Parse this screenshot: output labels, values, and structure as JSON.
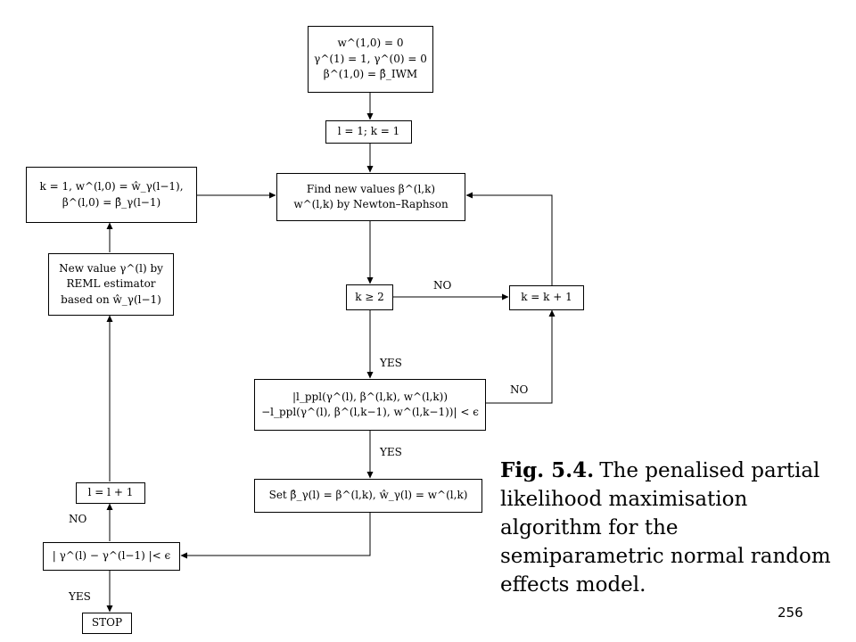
{
  "nodes": {
    "init": {
      "lines": [
        "w^(1,0) = 0",
        "γ^(1) = 1, γ^(0) = 0",
        "β^(1,0) = β̂_IWM"
      ]
    },
    "setlk": {
      "lines": [
        "l = 1; k = 1"
      ]
    },
    "newton": {
      "lines": [
        "Find new values β^(l,k)",
        "w^(l,k) by Newton–Raphson"
      ]
    },
    "k_ge_2": {
      "lines": [
        "k ≥ 2"
      ]
    },
    "k_inc": {
      "lines": [
        "k = k + 1"
      ]
    },
    "conv_ppl": {
      "lines": [
        "|l_ppl(γ^(l), β^(l,k), w^(l,k))",
        "−l_ppl(γ^(l), β^(l,k−1), w^(l,k−1))| < ϵ"
      ]
    },
    "set_hat": {
      "lines": [
        "Set β̂_γ(l) = β^(l,k), ŵ_γ(l) = w^(l,k)"
      ]
    },
    "reset": {
      "lines": [
        "k = 1, w^(l,0) = ŵ_γ(l−1),",
        "β^(l,0) = β̂_γ(l−1)"
      ]
    },
    "reml": {
      "lines": [
        "New value γ^(l) by",
        "REML estimator",
        "based on ŵ_γ(l−1)"
      ]
    },
    "l_inc": {
      "lines": [
        "l = l + 1"
      ]
    },
    "conv_gamma": {
      "lines": [
        "| γ^(l) − γ^(l−1) |< ϵ"
      ]
    },
    "stop": {
      "lines": [
        "STOP"
      ]
    }
  },
  "edge_labels": {
    "no_k": "NO",
    "yes_k": "YES",
    "no_ppl": "NO",
    "yes_ppl": "YES",
    "no_gamma": "NO",
    "yes_gamma": "YES"
  },
  "caption": {
    "label": "Fig. 5.4.",
    "text": "The penalised partial likelihood maximisation algorithm for the semiparametric normal random effects model."
  },
  "page_number": "256"
}
